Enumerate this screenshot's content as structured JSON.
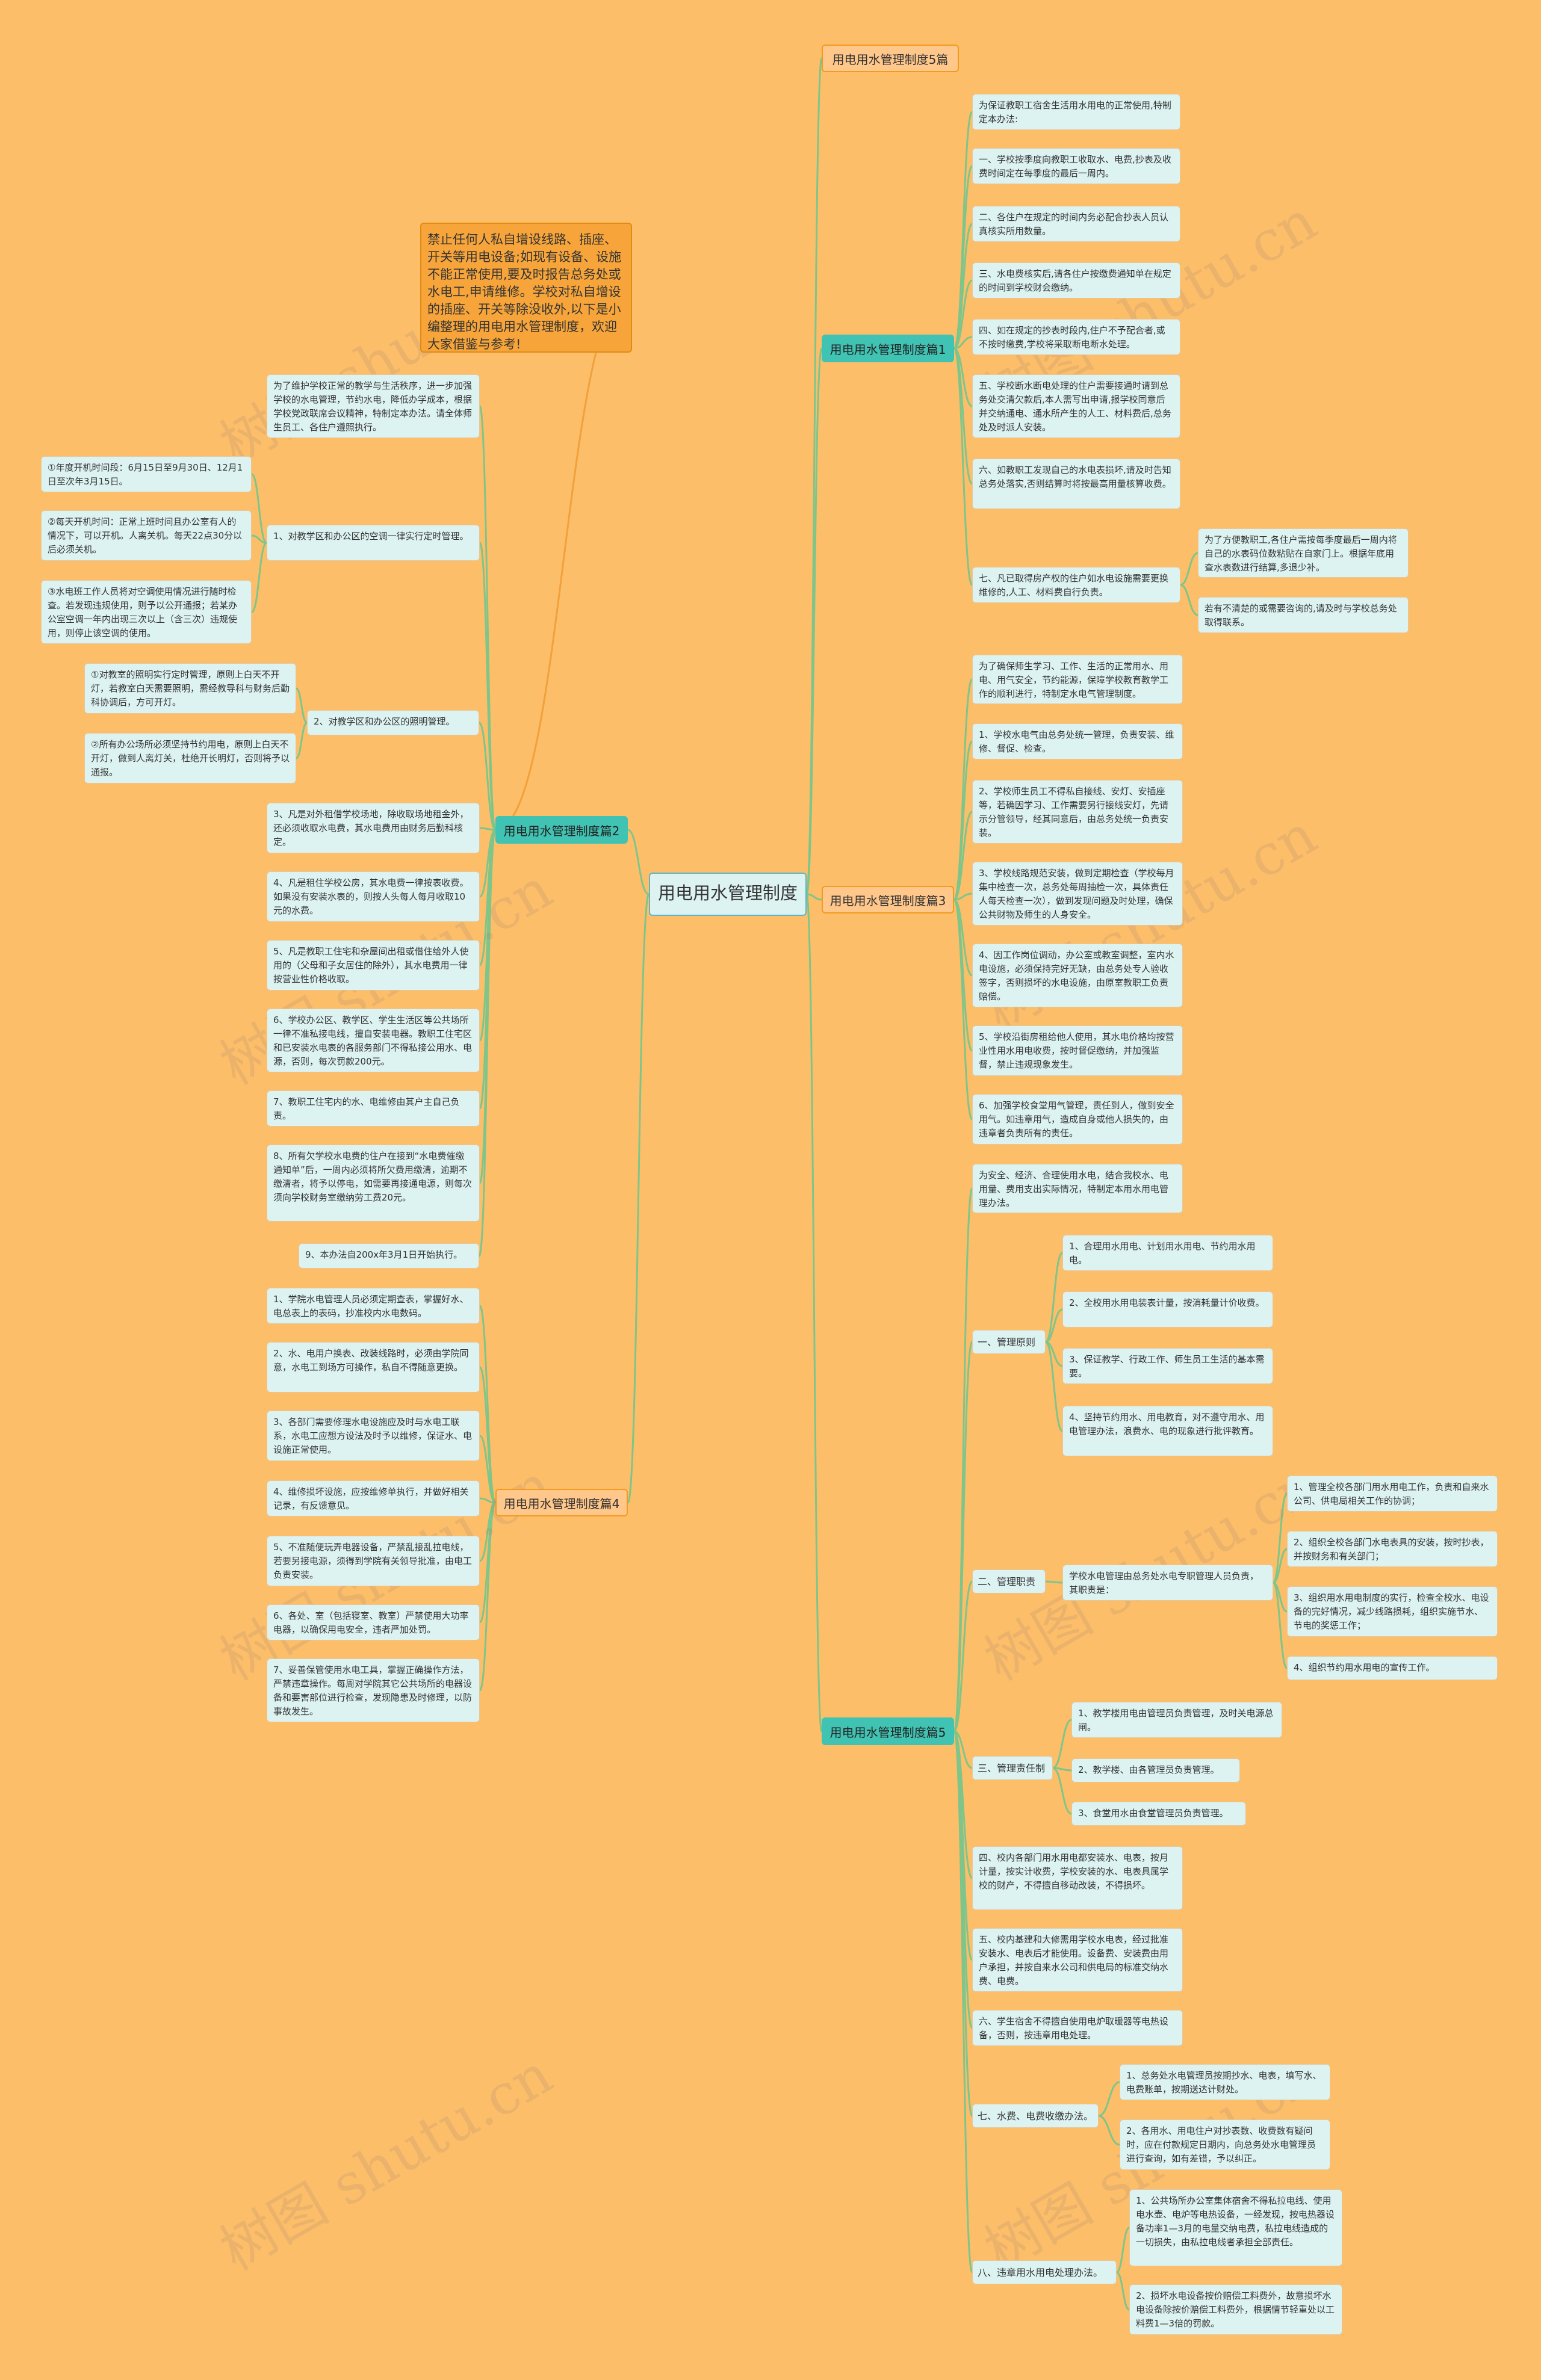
{
  "root": "用电用水管理制度",
  "intro": "禁止任何人私自增设线路、插座、开关等用电设备;如现有设备、设施不能正常使用,要及时报告总务处或水电工,申请维修。学校对私自增设的插座、开关等除没收外,以下是小编整理的用电用水管理制度，欢迎大家借鉴与参考!",
  "watermark": "树图 shutu.cn",
  "branches": {
    "b0": "用电用水管理制度5篇",
    "b1": "用电用水管理制度篇1",
    "b2": "用电用水管理制度篇2",
    "b3": "用电用水管理制度篇3",
    "b4": "用电用水管理制度篇4",
    "b5": "用电用水管理制度篇5"
  },
  "p1": {
    "n0": "为保证教职工宿舍生活用水用电的正常使用,特制定本办法:",
    "n1": "一、学校按季度向教职工收取水、电费,抄表及收费时间定在每季度的最后一周内。",
    "n2": "二、各住户在规定的时间内务必配合抄表人员认真核实所用数量。",
    "n3": "三、水电费核实后,请各住户按缴费通知单在规定的时间到学校财会缴纳。",
    "n4": "四、如在规定的抄表时段内,住户不予配合者,或不按时缴费,学校将采取断电断水处理。",
    "n5": "五、学校断水断电处理的住户需要接通时请到总务处交清欠款后,本人需写出申请,报学校同意后并交纳通电、通水所产生的人工、材料费后,总务处及时派人安装。",
    "n6": "六、如教职工发现自己的水电表损坏,请及时告知总务处落实,否则结算时将按最高用量核算收费。",
    "n7": "七、凡已取得房产权的住户如水电设施需要更换维修的,人工、材料费自行负责。",
    "n7a": "为了方便教职工,各住户需按每季度最后一周内将自己的水表码位数粘贴在自家门上。根据年底用查水表数进行结算,多退少补。",
    "n7b": "若有不清楚的或需要咨询的,请及时与学校总务处取得联系。"
  },
  "p2": {
    "n0": "为了维护学校正常的教学与生活秩序，进一步加强学校的水电管理，节约水电，降低办学成本，根据学校党政联席会议精神，特制定本办法。请全体师生员工、各住户遵照执行。",
    "n1": "1、对教学区和办公区的空调一律实行定时管理。",
    "n1a": "①年度开机时间段：6月15日至9月30日、12月1日至次年3月15日。",
    "n1b": "②每天开机时间：正常上班时间且办公室有人的情况下，可以开机。人离关机。每天22点30分以后必须关机。",
    "n1c": "③水电班工作人员将对空调使用情况进行随时检查。若发现违规使用，则予以公开通报；若某办公室空调一年内出现三次以上（含三次）违规使用，则停止该空调的使用。",
    "n2": "2、对教学区和办公区的照明管理。",
    "n2a": "①对教室的照明实行定时管理，原则上白天不开灯，若教室白天需要照明，需经教导科与财务后勤科协调后，方可开灯。",
    "n2b": "②所有办公场所必须坚持节约用电，原则上白天不开灯，做到人离灯关，杜绝开长明灯，否则将予以通报。",
    "n3": "3、凡是对外租借学校场地，除收取场地租金外，还必须收取水电费，其水电费用由财务后勤科核定。",
    "n4": "4、凡是租住学校公房，其水电费一律按表收费。如果没有安装水表的，则按人头每人每月收取10元的水费。",
    "n5": "5、凡是教职工住宅和杂屋间出租或借住给外人使用的（父母和子女居住的除外），其水电费用一律按营业性价格收取。",
    "n6": "6、学校办公区、教学区、学生生活区等公共场所一律不准私接电线，擅自安装电器。教职工住宅区和已安装水电表的各服务部门不得私接公用水、电源，否则，每次罚款200元。",
    "n7": "7、教职工住宅内的水、电维修由其户主自己负责。",
    "n8": "8、所有欠学校水电费的住户在接到“水电费催缴通知单”后，一周内必须将所欠费用缴清，逾期不缴清者，将予以停电，如需要再接通电源，则每次须向学校财务室缴纳劳工费20元。",
    "n9": "9、本办法自200x年3月1日开始执行。"
  },
  "p3": {
    "n0": "为了确保师生学习、工作、生活的正常用水、用电、用气安全，节约能源，保障学校教育教学工作的顺利进行，特制定水电气管理制度。",
    "n1": "1、学校水电气由总务处统一管理，负责安装、维修、督促、检查。",
    "n2": "2、学校师生员工不得私自接线、安灯、安插座等，若确因学习、工作需要另行接线安灯，先请示分管领导，经其同意后，由总务处统一负责安装。",
    "n3": "3、学校线路规范安装，做到定期检查（学校每月集中检查一次，总务处每周抽检一次，具体责任人每天检查一次），做到发现问题及时处理，确保公共财物及师生的人身安全。",
    "n4": "4、因工作岗位调动，办公室或教室调整，室内水电设施，必须保持完好无缺，由总务处专人验收签字，否则损坏的水电设施，由原室教职工负责赔偿。",
    "n5": "5、学校沿街房租给他人使用，其水电价格均按营业性用水用电收费，按时督促缴纳，并加强监督，禁止违规现象发生。",
    "n6": "6、加强学校食堂用气管理，责任到人，做到安全用气。如违章用气，造成自身或他人损失的，由违章者负责所有的责任。"
  },
  "p4": {
    "n1": "1、学院水电管理人员必须定期查表，掌握好水、电总表上的表码，抄准校内水电数码。",
    "n2": "2、水、电用户换表、改装线路时，必须由学院同意，水电工到场方可操作，私自不得随意更换。",
    "n3": "3、各部门需要修理水电设施应及时与水电工联系，水电工应想方设法及时予以维修，保证水、电设施正常使用。",
    "n4": "4、维修损坏设施，应按维修单执行，并做好相关记录，有反馈意见。",
    "n5": "5、不准随便玩弄电器设备，严禁乱接乱拉电线，若要另接电源，须得到学院有关领导批准，由电工负责安装。",
    "n6": "6、各处、室（包括寝室、教室）严禁使用大功率电器，以确保用电安全，违者严加处罚。",
    "n7": "7、妥善保管使用水电工具，掌握正确操作方法，严禁违章操作。每周对学院其它公共场所的电器设备和要害部位进行检查，发现隐患及时修理，以防事故发生。"
  },
  "p5": {
    "n0": "为安全、经济、合理使用水电，结合我校水、电用量、费用支出实际情况，特制定本用水用电管理办法。",
    "s1": "一、管理原则",
    "s1a": "1、合理用水用电、计划用水用电、节约用水用电。",
    "s1b": "2、全校用水用电装表计量，按消耗量计价收费。",
    "s1c": "3、保证教学、行政工作、师生员工生活的基本需要。",
    "s1d": "4、坚持节约用水、用电教育，对不遵守用水、用电管理办法，浪费水、电的现象进行批评教育。",
    "s2": "二、管理职责",
    "s2a": "学校水电管理由总务处水电专职管理人员负责，其职责是：",
    "s2a1": "1、管理全校各部门用水用电工作，负责和自来水公司、供电局相关工作的协调；",
    "s2a2": "2、组织全校各部门水电表具的安装，按时抄表，并按财务和有关部门；",
    "s2a3": "3、组织用水用电制度的实行，检查全校水、电设备的完好情况，减少线路损耗，组织实施节水、节电的奖惩工作；",
    "s2a4": "4、组织节约用水用电的宣传工作。",
    "s3": "三、管理责任制",
    "s3a": "1、教学楼用电由管理员负责管理，及时关电源总闸。",
    "s3b": "2、教学楼、由各管理员负责管理。",
    "s3c": "3、食堂用水由食堂管理员负责管理。",
    "n4": "四、校内各部门用水用电都安装水、电表，按月计量，按实计收费，学校安装的水、电表具属学校的财产，不得擅自移动改装，不得损坏。",
    "n5": "五、校内基建和大修需用学校水电表，经过批准安装水、电表后才能使用。设备费、安装费由用户承担，并按自来水公司和供电局的标准交纳水费、电费。",
    "n6": "六、学生宿舍不得擅自使用电炉取暖器等电热设备，否则，按违章用电处理。",
    "s7": "七、水费、电费收缴办法。",
    "s7a": "1、总务处水电管理员按期抄水、电表，填写水、电费账单，按期送达计财处。",
    "s7b": "2、各用水、用电住户对抄表数、收费数有疑问时，应在付款规定日期内，向总务处水电管理员进行查询，如有差错，予以纠正。",
    "s8": "八、违章用水用电处理办法。",
    "s8a": "1、公共场所办公室集体宿舍不得私拉电线、使用电水壶、电炉等电热设备，一经发现，按电热器设备功率1—3月的电量交纳电费，私拉电线造成的一切损失，由私拉电线者承担全部责任。",
    "s8b": "2、损坏水电设备按价赔偿工料费外，故意损坏水电设备除按价赔偿工料费外，根据情节轻重处以工料费1—3倍的罚款。"
  }
}
